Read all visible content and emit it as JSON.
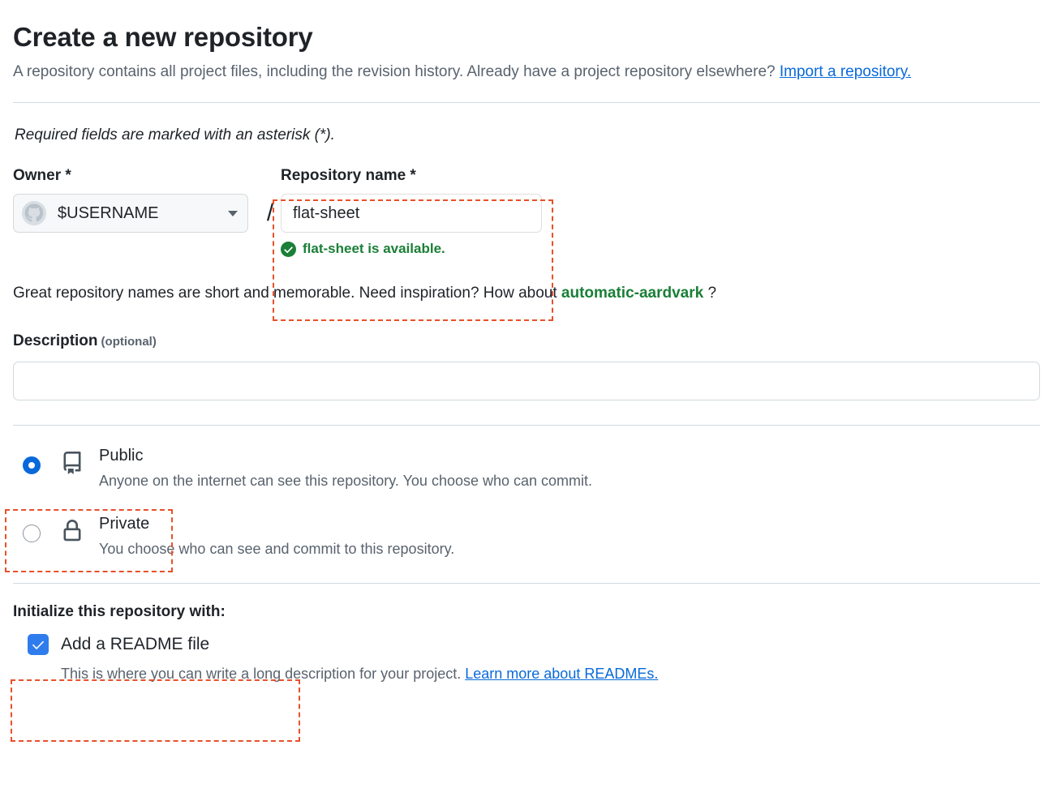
{
  "header": {
    "title": "Create a new repository",
    "lede_part1": "A repository contains all project files, including the revision history. Already have a project repository elsewhere? ",
    "import_link": "Import a repository.",
    "required_note": "Required fields are marked with an asterisk (*)."
  },
  "owner": {
    "label": "Owner *",
    "value": "$USERNAME",
    "avatar_icon": "github-octocat-avatar-icon",
    "chevron_icon": "chevron-down-icon",
    "separator": "/"
  },
  "repo_name": {
    "label": "Repository name *",
    "value": "flat-sheet",
    "placeholder": "",
    "availability_icon": "check-circle-fill-icon",
    "availability_text": "flat-sheet is available.",
    "availability_color": "#1a7f37"
  },
  "hint": {
    "prefix": "Great repository names are short and memorable. Need inspiration? How about ",
    "suggestion": "automatic-aardvark",
    "suffix": " ?"
  },
  "description": {
    "label": "Description",
    "optional": "(optional)",
    "value": "",
    "placeholder": ""
  },
  "visibility": {
    "options": [
      {
        "id": "public",
        "title": "Public",
        "description": "Anyone on the internet can see this repository. You choose who can commit.",
        "icon": "repo-book-icon",
        "selected": true
      },
      {
        "id": "private",
        "title": "Private",
        "description": "You choose who can see and commit to this repository.",
        "icon": "lock-icon",
        "selected": false
      }
    ]
  },
  "initialize": {
    "heading": "Initialize this repository with:",
    "readme_label": "Add a README file",
    "readme_checked": true,
    "check_icon": "checkmark-icon",
    "sub_text": "This is where you can write a long description for your project. ",
    "sub_link": "Learn more about READMEs."
  },
  "annotations": {
    "color": "#e8502a",
    "boxes": [
      "repository-name-field",
      "public-visibility-option",
      "initialize-readme-section"
    ]
  }
}
